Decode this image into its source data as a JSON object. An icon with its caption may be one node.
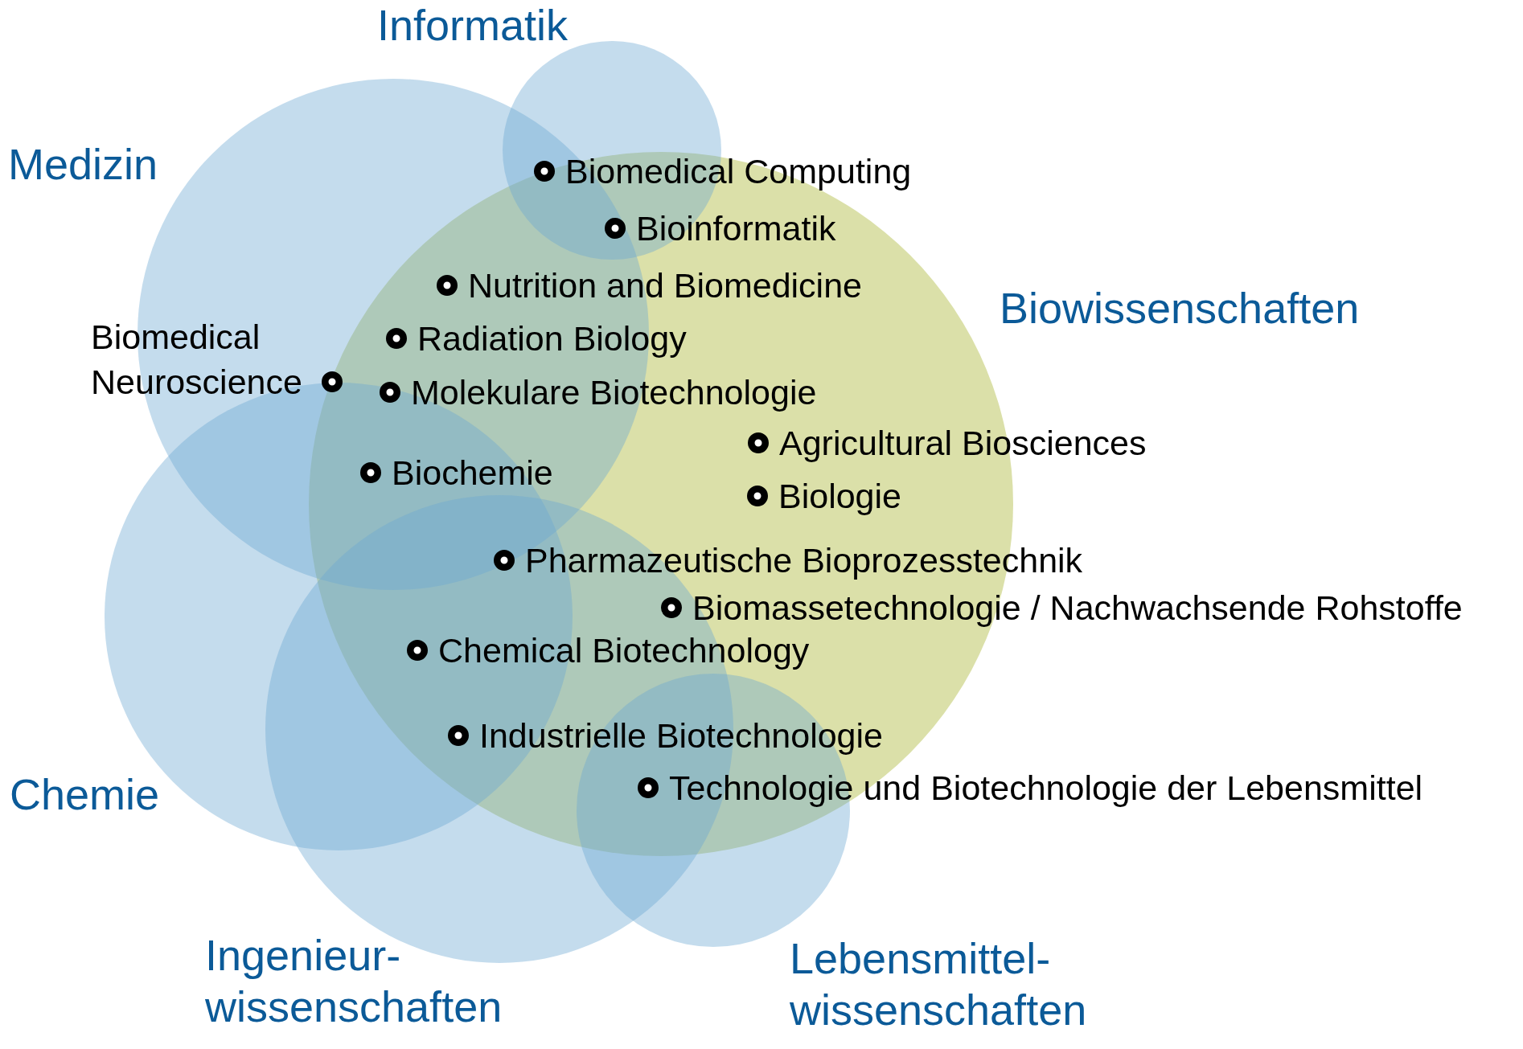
{
  "diagram": {
    "nodes": [
      {
        "text": [
          "Informatik"
        ]
      },
      {
        "text": [
          "Medizin"
        ]
      },
      {
        "text": [
          "Biowissenschaften"
        ]
      },
      {
        "text": [
          "Chemie"
        ]
      },
      {
        "text": [
          "Ingenieur- wissenschaften"
        ]
      },
      {
        "text": [
          "Lebensmittel- wissenschaften"
        ]
      }
    ],
    "labels": [
      "Biomedical Computing",
      "Bioinformatik",
      "Nutrition and Biomedicine",
      "Biomedical Neuroscience",
      "Radiation Biology",
      "Molekulare Biotechnologie",
      "Agricultural Biosciences",
      "Biochemie",
      "Biologie",
      "Pharmazeutische Bioprozesstechnik",
      "Biomassetechnologie / Nachwachsende Rohstoffe",
      "Chemical Biotechnology",
      "Industrielle Biotechnologie",
      "Technologie und Biotechnologie der Lebensmittel"
    ]
  }
}
